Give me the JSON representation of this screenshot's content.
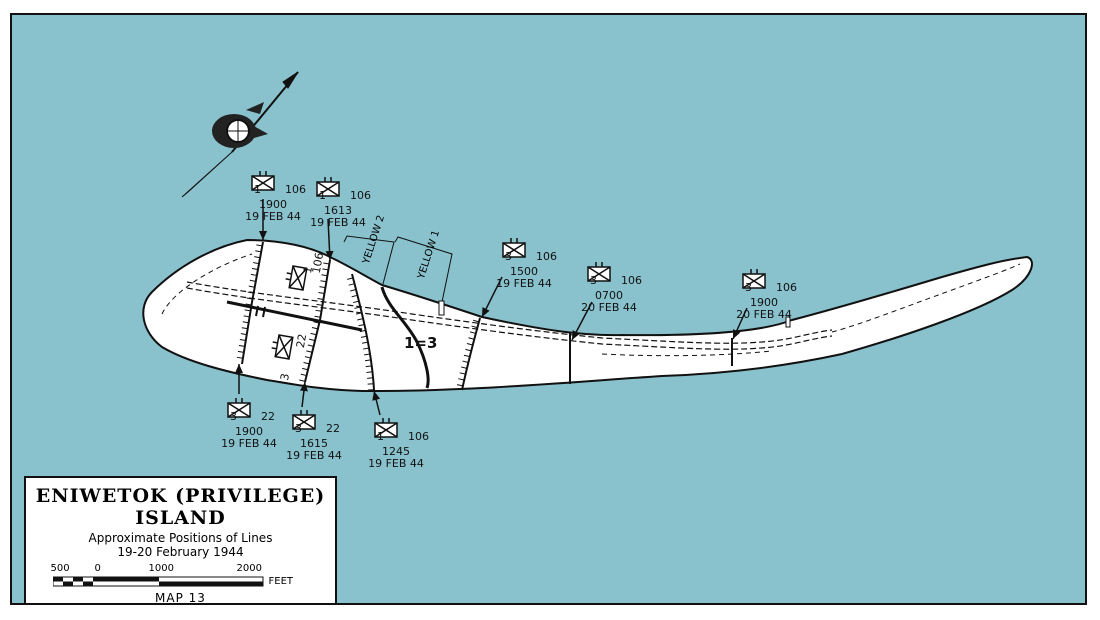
{
  "colors": {
    "sea": "#89c2cd",
    "land": "#ffffff",
    "ink": "#111111"
  },
  "legend": {
    "title": "ENIWETOK (PRIVILEGE)",
    "subtitle": "ISLAND",
    "line1": "Approximate Positions of Lines",
    "line2": "19-20 February 1944",
    "scale_labels": [
      "500",
      "0",
      "1000",
      "2000"
    ],
    "scale_unit": "FEET",
    "map_number": "MAP 13"
  },
  "beaches": {
    "yellow2": "YELLOW 2",
    "yellow1": "YELLOW 1"
  },
  "contact_label": "1=3",
  "unit_labels": [
    {
      "unit_left": "1",
      "unit_right": "106",
      "time": "1900",
      "date": "19 FEB 44"
    },
    {
      "unit_left": "1",
      "unit_right": "106",
      "time": "1613",
      "date": "19 FEB 44"
    },
    {
      "unit_left": "3",
      "unit_right": "106",
      "time": "1500",
      "date": "19 FEB 44"
    },
    {
      "unit_left": "3",
      "unit_right": "106",
      "time": "0700",
      "date": "20 FEB 44"
    },
    {
      "unit_left": "3",
      "unit_right": "106",
      "time": "1900",
      "date": "20 FEB 44"
    },
    {
      "unit_left": "3",
      "unit_right": "22",
      "time": "1900",
      "date": "19 FEB 44"
    },
    {
      "unit_left": "3",
      "unit_right": "22",
      "time": "1615",
      "date": "19 FEB 44"
    },
    {
      "unit_left": "1",
      "unit_right": "106",
      "time": "1245",
      "date": "19 FEB 44"
    }
  ],
  "on_island_units": [
    {
      "unit_left": "1",
      "unit_right": "106"
    },
    {
      "unit_left": "3",
      "unit_right": "22"
    }
  ],
  "icons": [
    "north-arrow-icon",
    "marine-emblem-icon",
    "infantry-unit-icon"
  ]
}
